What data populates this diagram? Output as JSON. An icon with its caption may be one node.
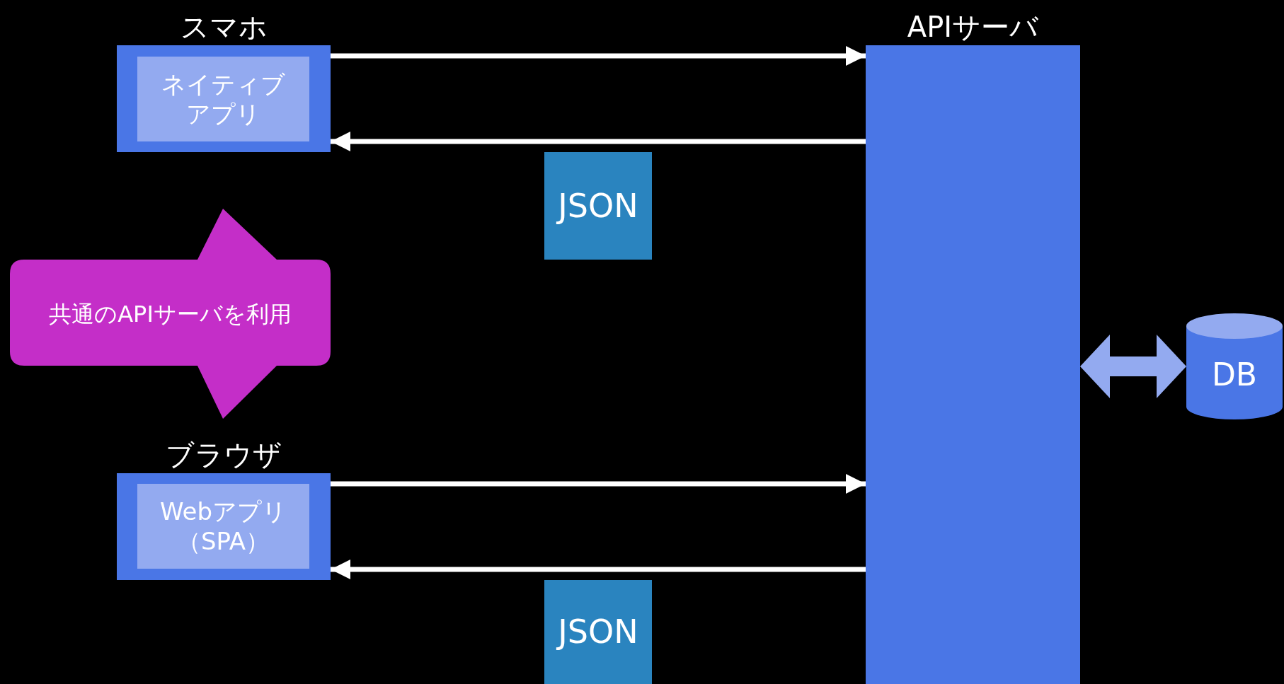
{
  "diagram": {
    "nodes": [
      {
        "text": [
          "スマホ"
        ]
      },
      {
        "text": [
          "ネイティブアプリ"
        ],
        "in": 0
      },
      {
        "text": [
          "APIサーバ"
        ]
      },
      {
        "text": [
          "JSON"
        ]
      },
      {
        "text": [
          "共通のAPIサーバを利用"
        ]
      },
      {
        "text": [
          "ブラウザ"
        ]
      },
      {
        "text": [
          "Webアプリ（SPA）"
        ],
        "in": 5
      },
      {
        "text": [
          "JSON"
        ]
      },
      {
        "text": [
          "DB"
        ]
      }
    ],
    "edges": [
      {
        "from": 0,
        "to": 2,
        "arrow": "to"
      },
      {
        "from": 2,
        "to": 0,
        "arrow": "to"
      },
      {
        "from": 5,
        "to": 2,
        "arrow": "to"
      },
      {
        "from": 2,
        "to": 5,
        "arrow": "to"
      },
      {
        "from": 2,
        "to": 8,
        "arrow": "both",
        "style": "thick",
        "color": "#93aaf0"
      }
    ]
  }
}
